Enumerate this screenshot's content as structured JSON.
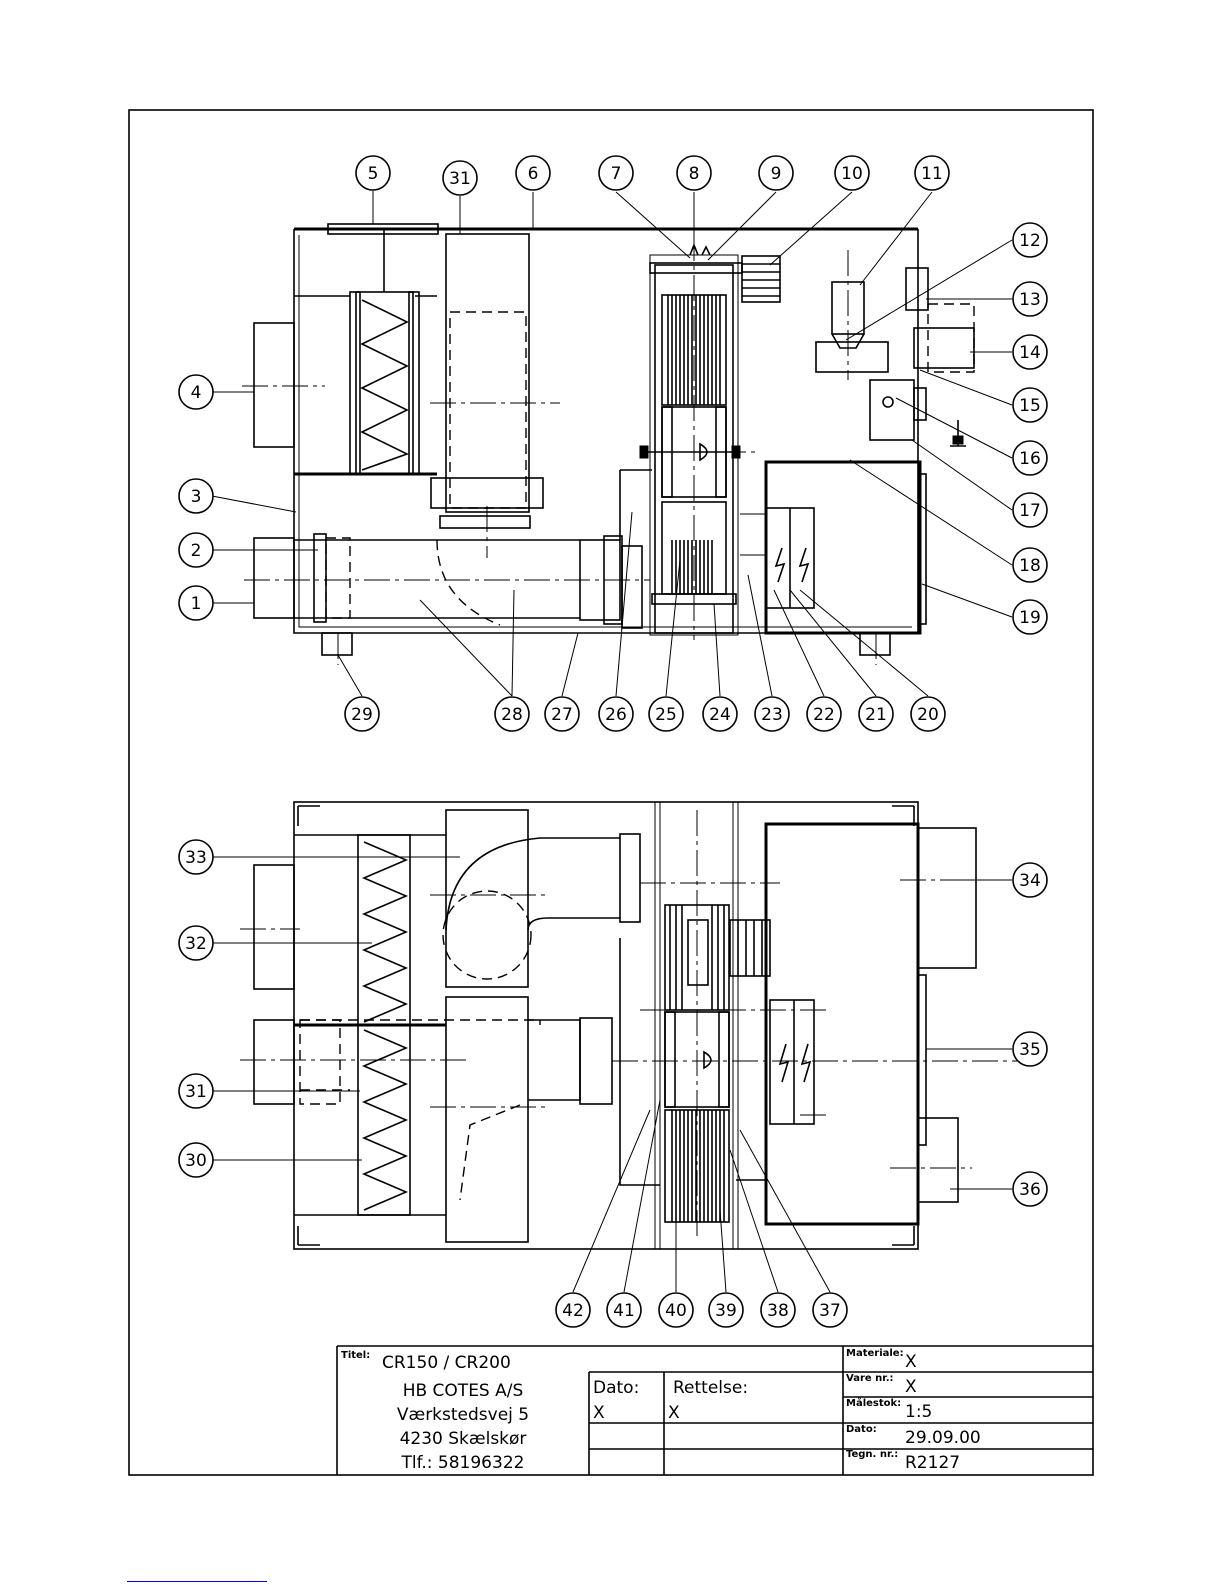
{
  "callouts_top": [
    "1",
    "2",
    "3",
    "4",
    "5",
    "6",
    "7",
    "8",
    "9",
    "10",
    "11",
    "12",
    "13",
    "14",
    "15",
    "16",
    "17",
    "18",
    "19",
    "20",
    "21",
    "22",
    "23",
    "24",
    "25",
    "26",
    "27",
    "28",
    "29",
    "31"
  ],
  "callouts_bottom": [
    "30",
    "31",
    "32",
    "33",
    "34",
    "35",
    "36",
    "37",
    "38",
    "39",
    "40",
    "41",
    "42"
  ],
  "title_block": {
    "titel_label": "Titel:",
    "titel_value": "CR150 / CR200",
    "company": [
      "HB COTES A/S",
      "Værkstedsvej 5",
      "4230   Skælskør",
      "Tlf.: 58196322"
    ],
    "dato_header": "Dato:",
    "rettelse_header": "Rettelse:",
    "dato_value": "X",
    "rettelse_value": "X",
    "fields": [
      {
        "label": "Materiale:",
        "value": "X"
      },
      {
        "label": "Vare nr.:",
        "value": "X"
      },
      {
        "label": "Målestok:",
        "value": "1:5"
      },
      {
        "label": "Dato:",
        "value": "29.09.00"
      },
      {
        "label": "Tegn. nr.:",
        "value": "R2127"
      }
    ]
  }
}
